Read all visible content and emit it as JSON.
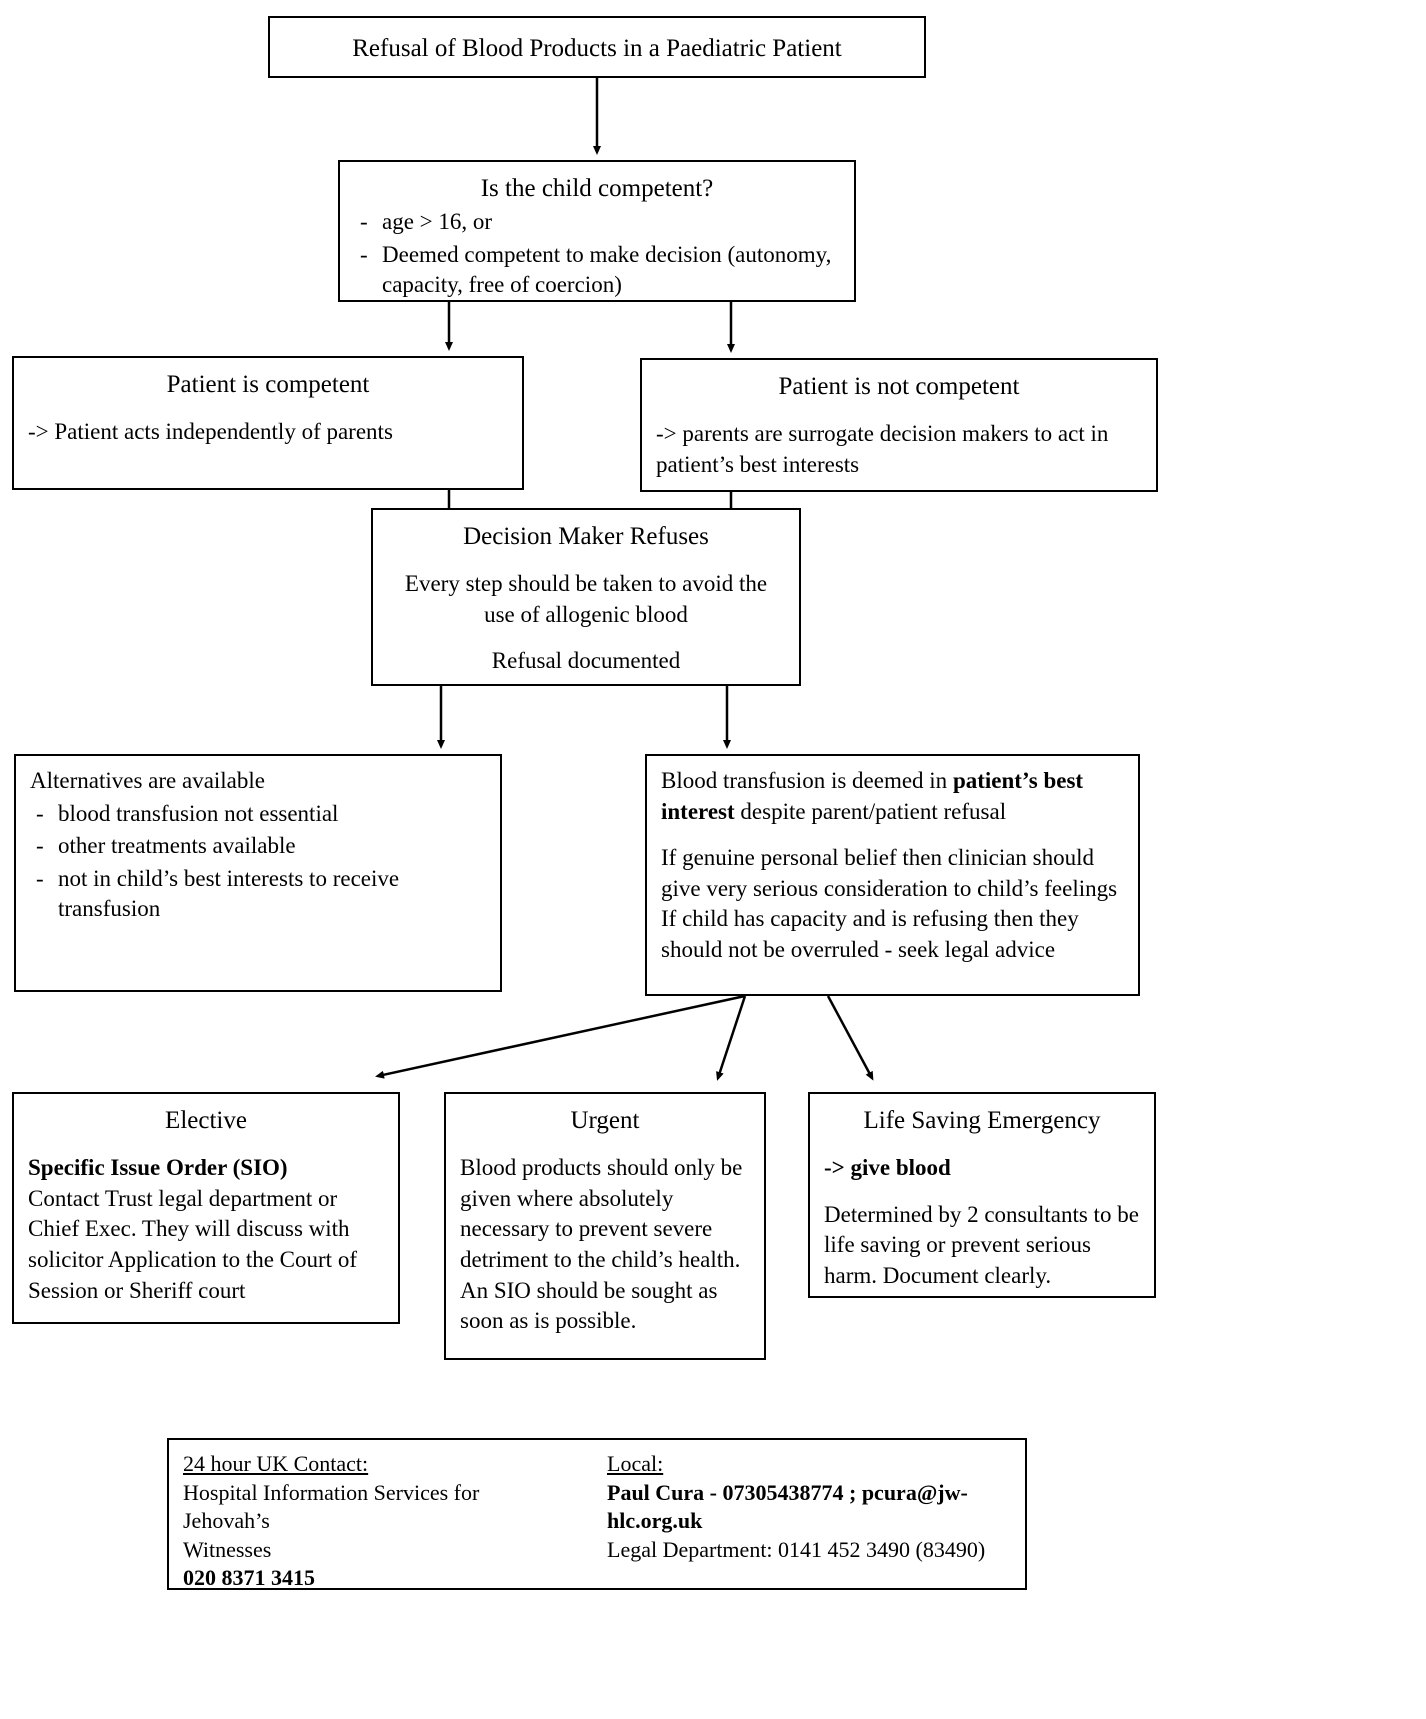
{
  "diagram": {
    "title": "Refusal of Blood Products in a Paediatric Patient",
    "competency": {
      "heading": "Is the child competent?",
      "bullets": [
        "age > 16, or",
        "Deemed competent to make decision (autonomy, capacity, free of coercion)"
      ]
    },
    "competent": {
      "heading": "Patient is competent",
      "body": "-> Patient acts independently of parents"
    },
    "not_competent": {
      "heading": "Patient is not competent",
      "body": "-> parents are surrogate decision makers to act in patient’s best interests"
    },
    "refuses": {
      "heading": "Decision Maker Refuses",
      "line1": "Every step should be taken to avoid the use of allogenic blood",
      "line2": "Refusal documented"
    },
    "alternatives": {
      "heading": "Alternatives are available",
      "bullets": [
        "blood transfusion not essential",
        "other treatments available",
        "not in child’s best interests to receive transfusion"
      ]
    },
    "transfusion": {
      "lead_prefix": "Blood transfusion is deemed in ",
      "lead_bold": "patient’s best interest",
      "lead_suffix": " despite parent/patient refusal",
      "body": "If genuine personal belief then clinician should give very serious consideration to child’s feelings If child has capacity and is refusing then they should not be overruled - seek legal advice"
    },
    "elective": {
      "heading": "Elective",
      "bold_line": "Specific Issue Order (SIO)",
      "body": "Contact Trust legal department or Chief Exec. They will discuss with solicitor Application to the Court of Session or Sheriff court"
    },
    "urgent": {
      "heading": "Urgent",
      "body": "Blood products should only be given where absolutely necessary to prevent severe detriment to the child’s health. An SIO should be sought as soon as is possible."
    },
    "emergency": {
      "heading": "Life Saving Emergency",
      "bold_line": "-> give blood",
      "body": "Determined by 2 consultants to be life saving or prevent serious harm. Document clearly."
    },
    "contacts": {
      "uk": {
        "label": "24 hour UK Contact:",
        "org_line1": "Hospital Information Services for Jehovah’s",
        "org_line2": "Witnesses",
        "phone": "020 8371 3415"
      },
      "local": {
        "label": "Local:",
        "person_line": "Paul Cura - 07305438774 ; pcura@jw-hlc.org.uk",
        "legal_line": "Legal Department: 0141 452 3490 (83490)"
      }
    }
  }
}
